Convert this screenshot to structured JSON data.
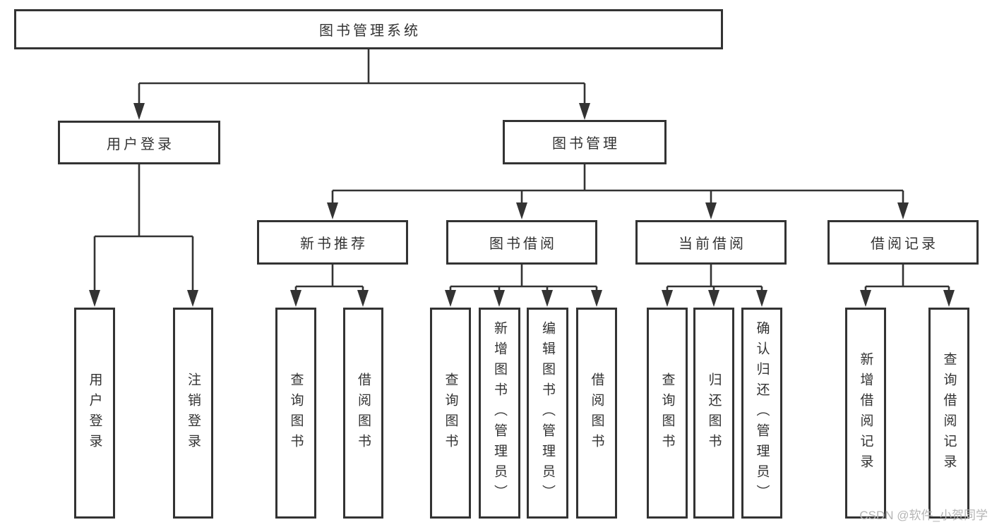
{
  "colors": {
    "line": "#333333",
    "box_border": "#333333",
    "text": "#333333",
    "watermark": "#b5b5b5",
    "background": "#ffffff"
  },
  "watermark": {
    "text": "CSDN @软件_小贺同学"
  },
  "tree": {
    "label": "图书管理系统",
    "children": [
      {
        "label": "用户登录",
        "children": [
          {
            "label": "用户登录"
          },
          {
            "label": "注销登录"
          }
        ]
      },
      {
        "label": "图书管理",
        "children": [
          {
            "label": "新书推荐",
            "children": [
              {
                "label": "查询图书"
              },
              {
                "label": "借阅图书"
              }
            ]
          },
          {
            "label": "图书借阅",
            "children": [
              {
                "label": "查询图书"
              },
              {
                "label": "新增图书（管理员）"
              },
              {
                "label": "编辑图书（管理员）"
              },
              {
                "label": "借阅图书"
              }
            ]
          },
          {
            "label": "当前借阅",
            "children": [
              {
                "label": "查询图书"
              },
              {
                "label": "归还图书"
              },
              {
                "label": "确认归还（管理员）"
              }
            ]
          },
          {
            "label": "借阅记录",
            "children": [
              {
                "label": "新增借阅记录"
              },
              {
                "label": "查询借阅记录"
              }
            ]
          }
        ]
      }
    ]
  }
}
